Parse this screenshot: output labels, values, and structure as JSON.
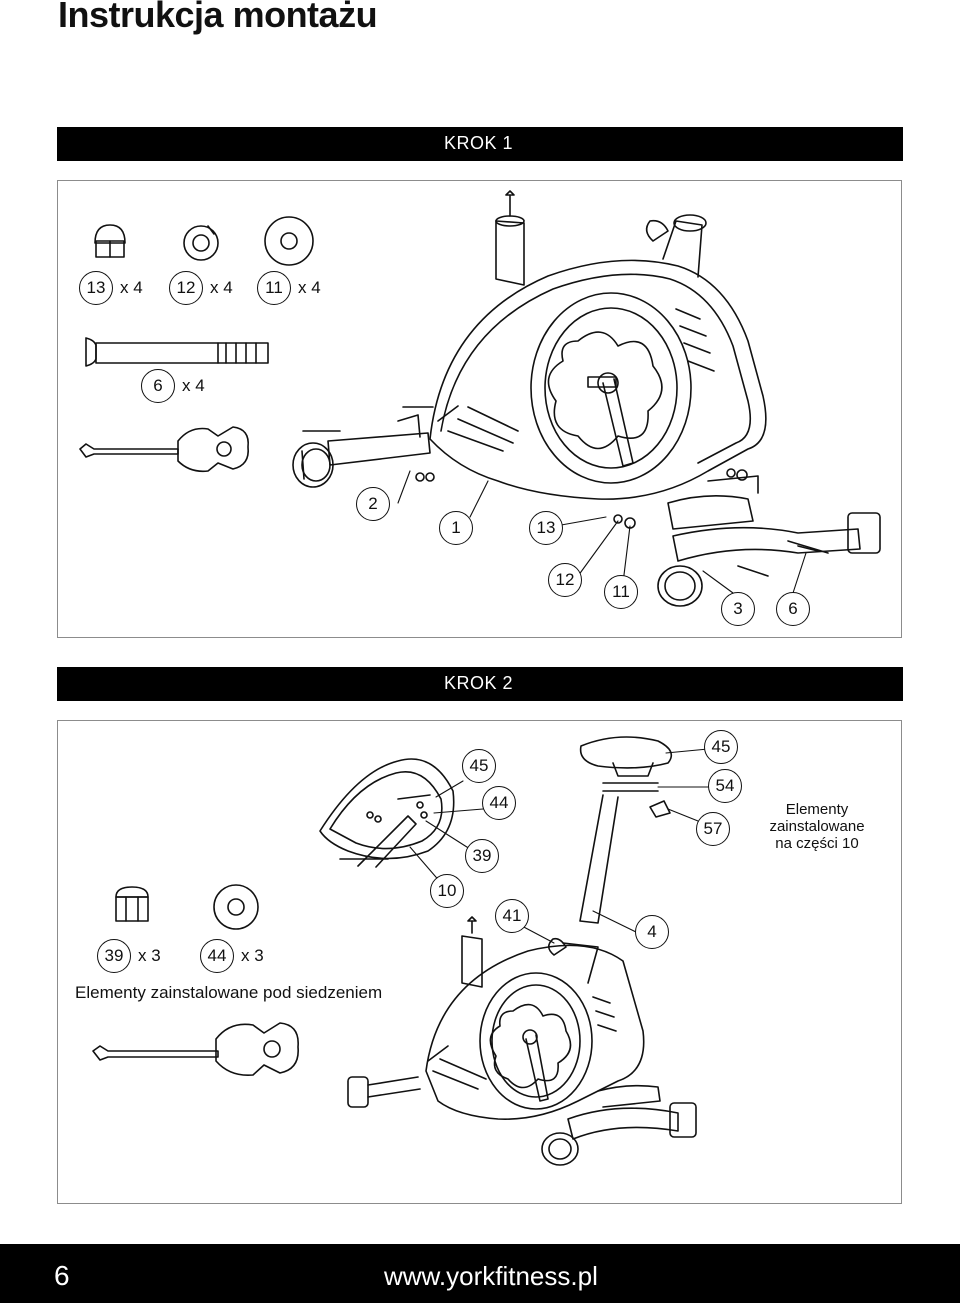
{
  "page": {
    "title": "Instrukcja montażu"
  },
  "step1": {
    "heading": "KROK 1",
    "hardware": [
      {
        "part": "13",
        "qty": "x 4"
      },
      {
        "part": "12",
        "qty": "x 4"
      },
      {
        "part": "11",
        "qty": "x 4"
      },
      {
        "part": "6",
        "qty": "x 4"
      }
    ],
    "callouts": [
      "2",
      "1",
      "13",
      "12",
      "11",
      "3",
      "6"
    ]
  },
  "step2": {
    "heading": "KROK 2",
    "hardware": [
      {
        "part": "39",
        "qty": "x 3"
      },
      {
        "part": "44",
        "qty": "x 3"
      }
    ],
    "seat_note": "Elementy zainstalowane pod siedzeniem",
    "part10_note": [
      "Elementy zainstalowane",
      "na części 10"
    ],
    "callouts": [
      "45",
      "44",
      "39",
      "10",
      "41",
      "4",
      "45",
      "54",
      "57"
    ]
  },
  "footer": {
    "page_number": "6",
    "url": "www.yorkfitness.pl"
  },
  "icons": [
    "cap-nut-icon",
    "split-washer-icon",
    "flat-washer-icon",
    "bolt-icon",
    "allen-key-wrench-icon",
    "lock-nut-icon",
    "exercise-bike-icon",
    "seat-icon",
    "seat-post-icon"
  ]
}
